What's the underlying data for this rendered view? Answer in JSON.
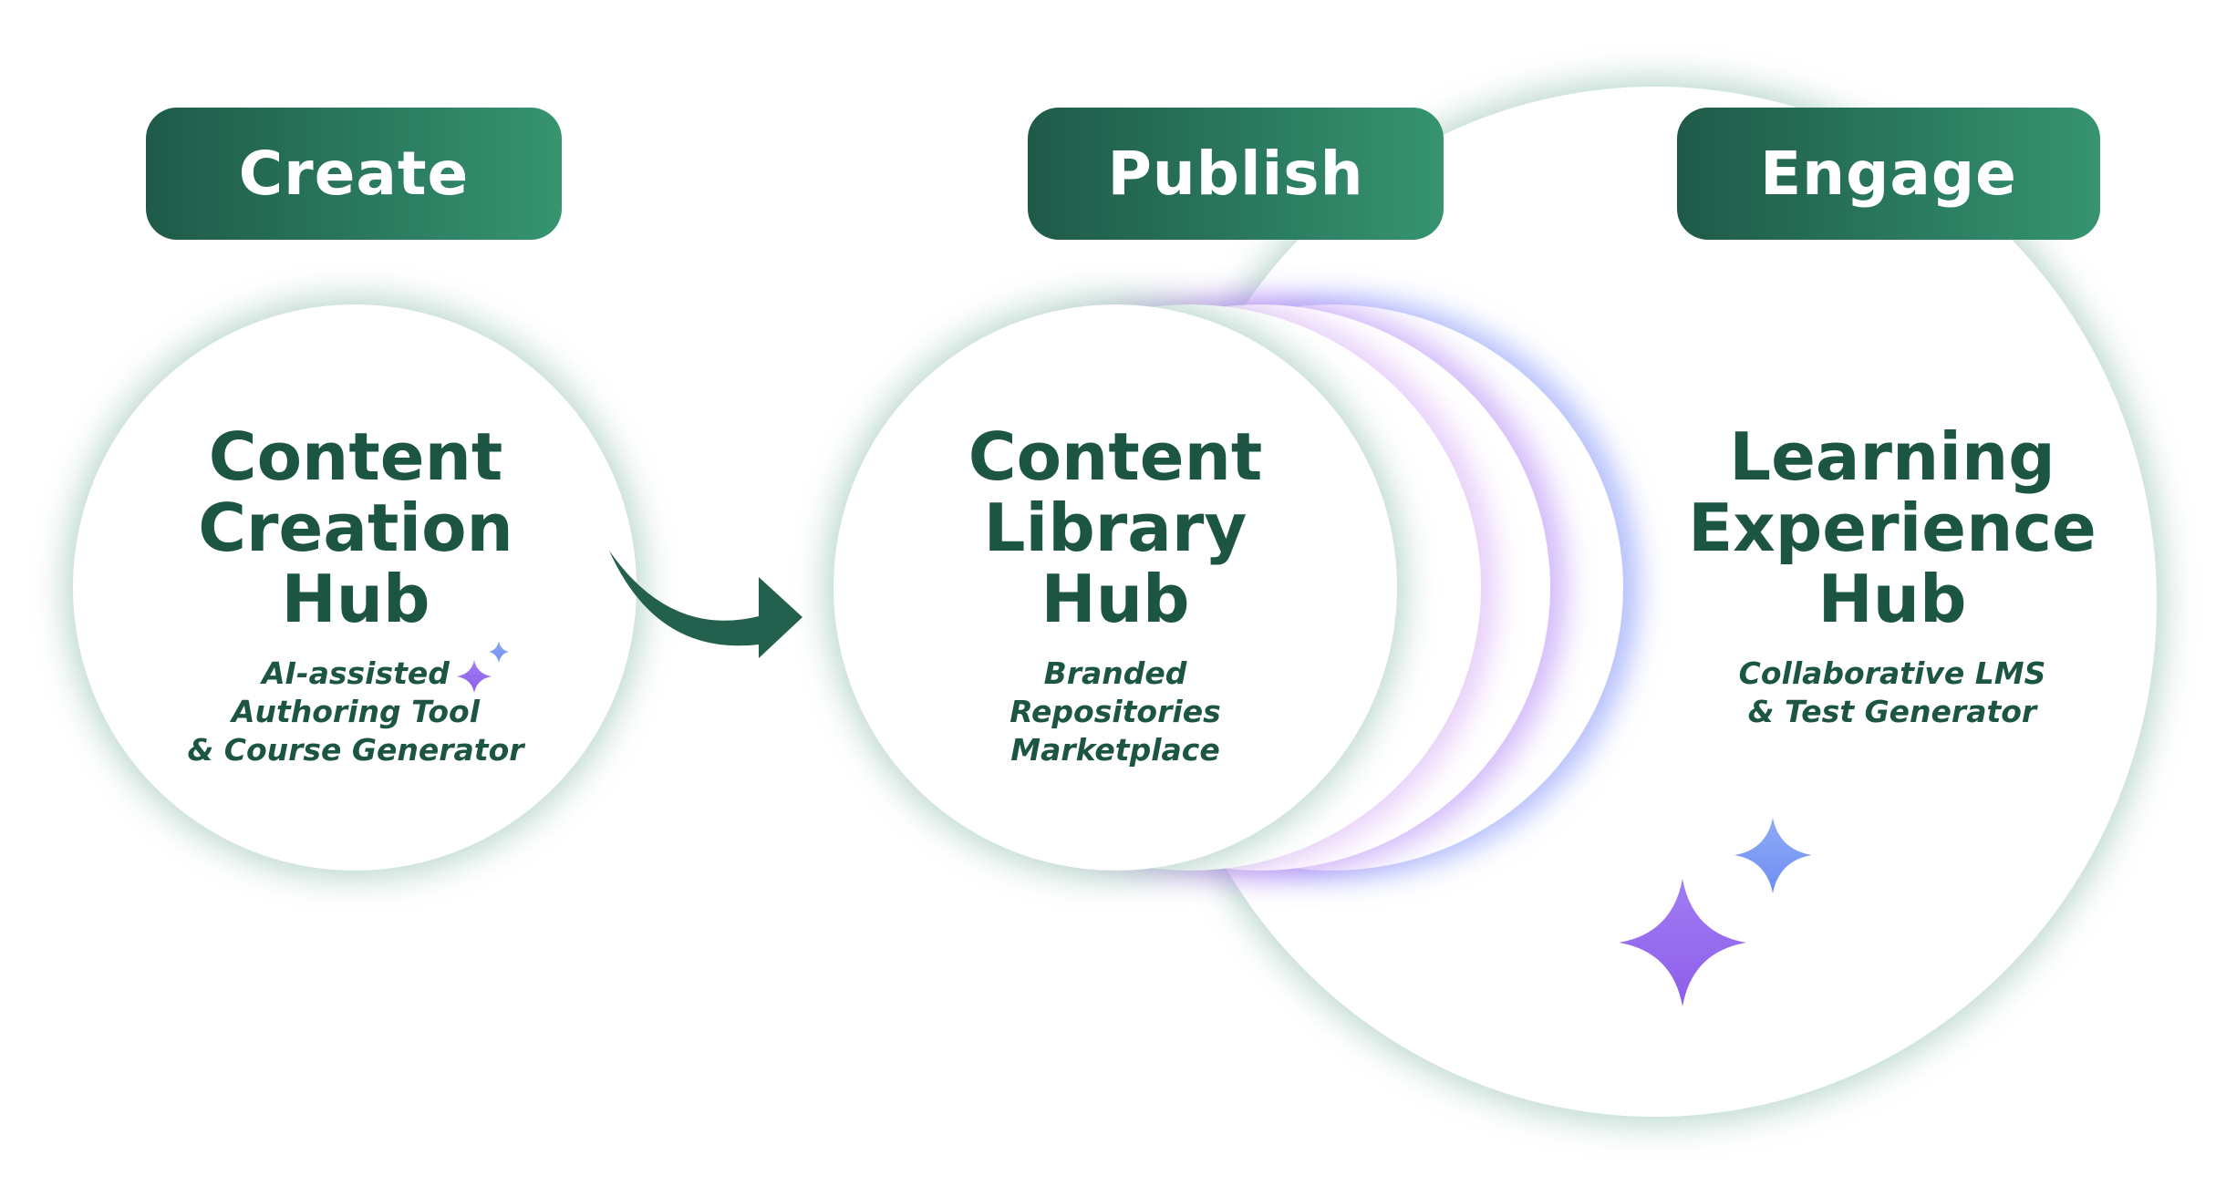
{
  "stages": {
    "create": "Create",
    "publish": "Publish",
    "engage": "Engage"
  },
  "hubs": {
    "creation": {
      "title": [
        "Content",
        "Creation",
        "Hub"
      ],
      "subtitle": [
        "AI-assisted",
        "Authoring Tool",
        "& Course Generator"
      ]
    },
    "library": {
      "title": [
        "Content",
        "Library",
        "Hub"
      ],
      "subtitle": [
        "Branded",
        "Repositories",
        "Marketplace"
      ]
    },
    "experience": {
      "title": [
        "Learning",
        "Experience",
        "Hub"
      ],
      "subtitle": [
        "Collaborative LMS",
        "& Test Generator"
      ]
    }
  },
  "icons": [
    "sparkle-icon",
    "arrow-icon"
  ],
  "colors": {
    "primary_dark": "#1f5a49",
    "primary_light": "#36946f",
    "text": "#1d5545",
    "sparkle_purple": "#9b6ff2",
    "sparkle_blue": "#7b9cf5"
  }
}
